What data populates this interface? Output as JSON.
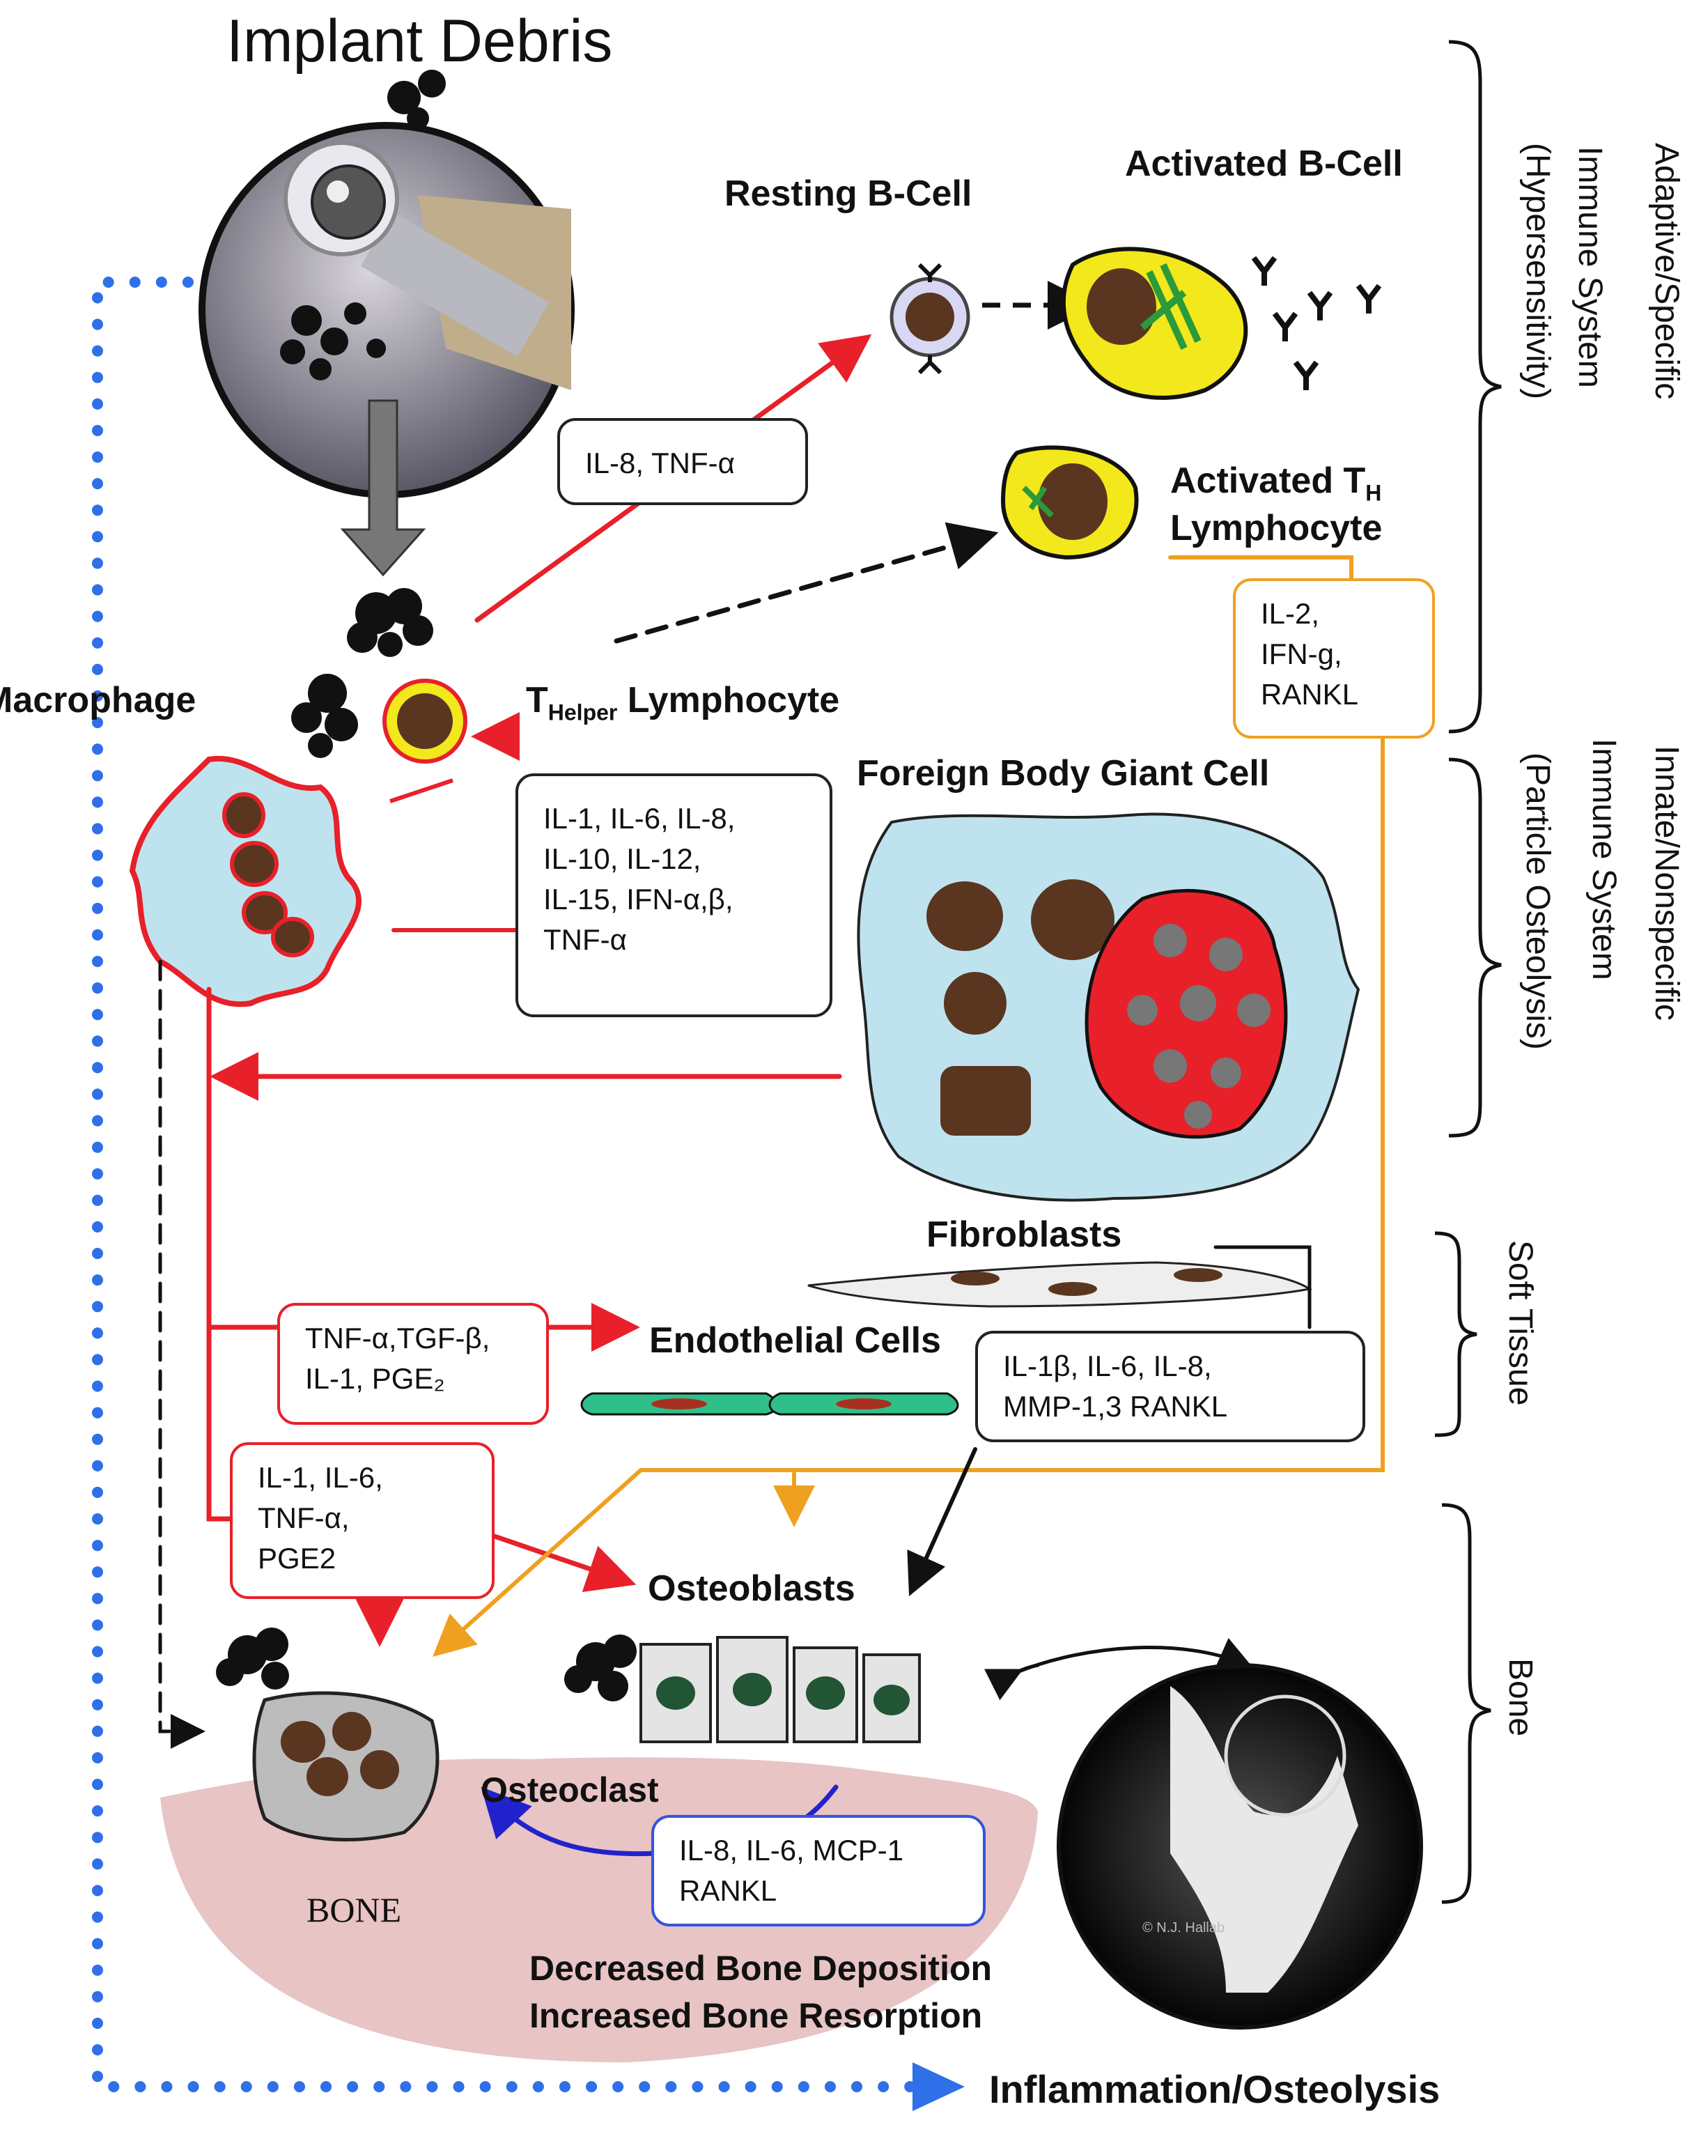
{
  "title": "Implant Debris",
  "cells": {
    "resting_b": "Resting B-Cell",
    "activated_b": "Activated B-Cell",
    "activated_th_main": "Activated T",
    "activated_th_sub": "H",
    "activated_th_line2": "Lymphocyte",
    "macrophage": "Macrophage",
    "thelper_main": "T",
    "thelper_sub": "Helper",
    "thelper_rest": " Lymphocyte",
    "fbgc": "Foreign Body Giant Cell",
    "fibroblasts": "Fibroblasts",
    "endothelial": "Endothelial Cells",
    "osteoblasts": "Osteoblasts",
    "osteoclast": "Osteoclast",
    "bone": "BONE"
  },
  "boxes": {
    "il8_tnf": [
      "IL-8, TNF-α"
    ],
    "il2_ifn": [
      "IL-2,",
      "IFN-g,",
      "RANKL"
    ],
    "macro_cytokines": [
      "IL-1, IL-6, IL-8,",
      "IL-10, IL-12,",
      "IL-15, IFN-α,β,",
      "TNF-α"
    ],
    "tnf_tgf": [
      "TNF-α,TGF-β,",
      "IL-1, PGE₂"
    ],
    "fibro_cytokines": [
      "IL-1β, IL-6, IL-8,",
      "MMP-1,3 RANKL"
    ],
    "il1_il6": [
      "IL-1, IL-6,",
      "TNF-α,",
      "PGE2"
    ],
    "il8_mcp": [
      "IL-8, IL-6, MCP-1",
      "RANKL"
    ]
  },
  "outcomes": {
    "line1": "Decreased Bone Deposition",
    "line2": "Increased Bone Resorption",
    "final": "Inflammation/Osteolysis"
  },
  "side_labels": {
    "adaptive_1": "Adaptive/Specific",
    "adaptive_2": "Immune System",
    "adaptive_3": "(Hypersensitivity)",
    "innate_1": "Innate/Nonspecific",
    "innate_2": "Immune System",
    "innate_3": "(Particle Osteolysis)",
    "soft_tissue": "Soft Tissue",
    "bone": "Bone"
  },
  "copyright": "© N.J. Hallab",
  "colors": {
    "red": "#e8202a",
    "orange": "#f0a020",
    "blue": "#3355dd",
    "dotted_blue": "#2f6fe8",
    "cell_blue": "#bfe3ee",
    "nucleus": "#5a3520",
    "yellow": "#f2e81c",
    "bone_pink": "#e8c4c4"
  }
}
